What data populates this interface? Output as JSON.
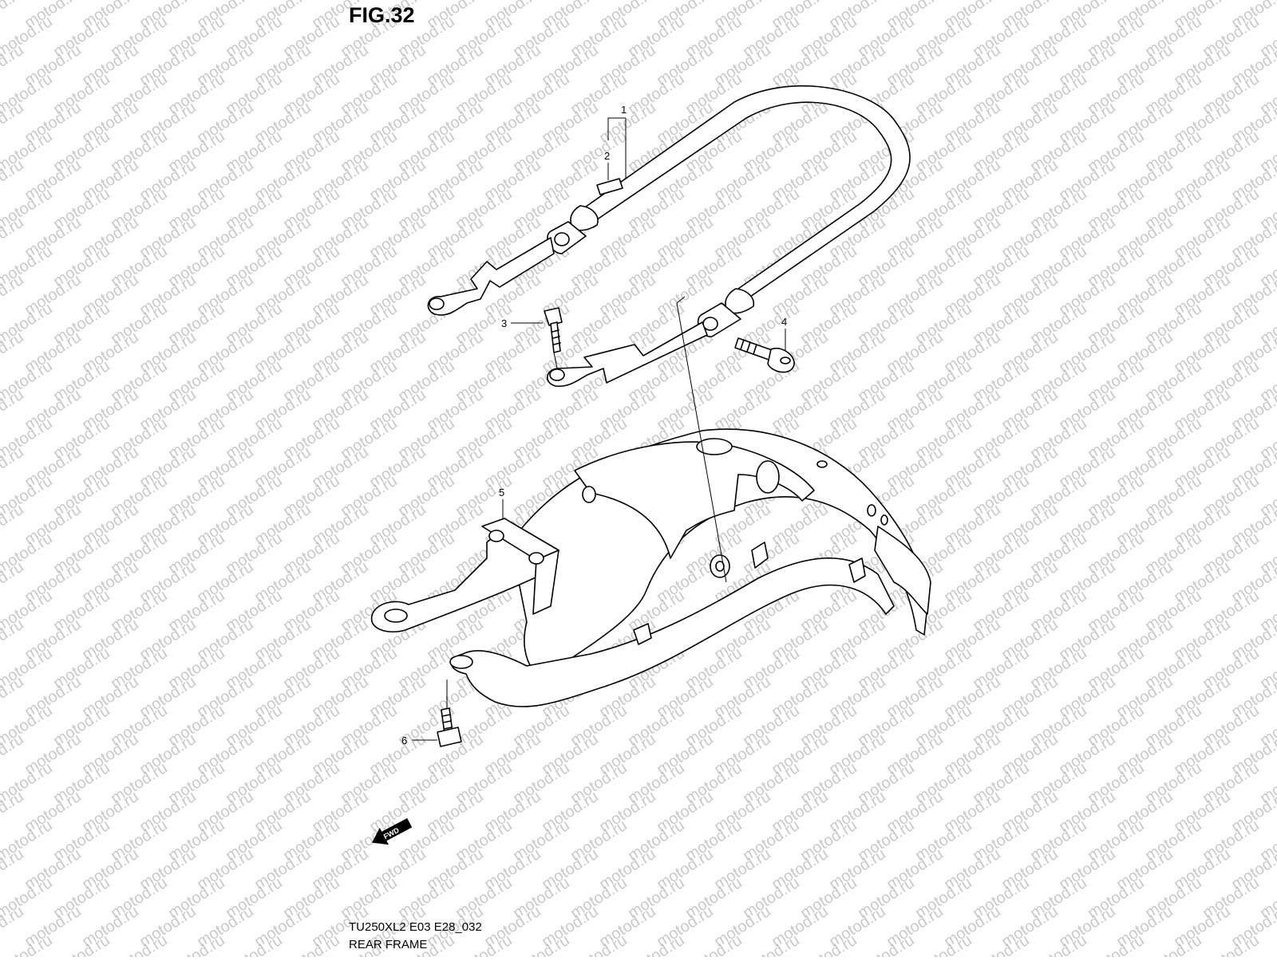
{
  "figure": {
    "title": "FIG.32",
    "model_code": "TU250XL2 E03 E28_032",
    "section_name": "REAR FRAME"
  },
  "callouts": [
    {
      "id": "1",
      "part": "grab-handle-assembly"
    },
    {
      "id": "2",
      "part": "handle-label-plate"
    },
    {
      "id": "3",
      "part": "handle-front-bolt"
    },
    {
      "id": "4",
      "part": "handle-rear-bolt"
    },
    {
      "id": "5",
      "part": "rear-frame-brace"
    },
    {
      "id": "6",
      "part": "brace-mounting-bolt"
    }
  ],
  "direction_marker": {
    "label": "FWD"
  },
  "watermark": {
    "text": "motod.ru",
    "color": "#c9c9c9"
  }
}
